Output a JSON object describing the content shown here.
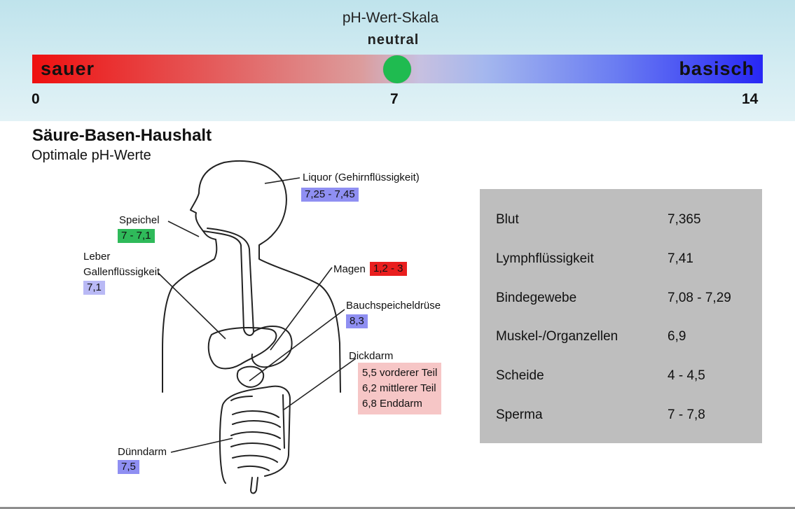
{
  "scale": {
    "title": "pH-Wert-Skala",
    "neutral_label": "neutral",
    "left_label": "sauer",
    "right_label": "basisch",
    "ticks": [
      "0",
      "7",
      "14"
    ],
    "neutral_value": 7,
    "range": [
      0,
      14
    ],
    "colors": {
      "acid": "#ee1010",
      "neutral": "#1fbb50",
      "base": "#2727f5"
    }
  },
  "heading": {
    "title": "Säure-Basen-Haushalt",
    "subtitle": "Optimale pH-Werte"
  },
  "organs": {
    "liquor": {
      "label": "Liquor (Gehirnflüssigkeit)",
      "value": "7,25 - 7,45"
    },
    "speichel": {
      "label": "Speichel",
      "value": "7 - 7,1"
    },
    "leber": {
      "label_line1": "Leber",
      "label_line2": "Gallenflüssigkeit",
      "value": "7,1"
    },
    "magen": {
      "label": "Magen",
      "value": "1,2 - 3"
    },
    "pankreas": {
      "label": "Bauchspeicheldrüse",
      "value": "8,3"
    },
    "dickdarm": {
      "label": "Dickdarm",
      "value_lines": [
        "5,5 vorderer Teil",
        "6,2 mittlerer Teil",
        "6,8 Enddarm"
      ]
    },
    "duenndarm": {
      "label": "Dünndarm",
      "value": "7,5"
    }
  },
  "table": [
    {
      "name": "Blut",
      "value": "7,365"
    },
    {
      "name": "Lymphflüssigkeit",
      "value": "7,41"
    },
    {
      "name": "Bindegewebe",
      "value": "7,08 - 7,29"
    },
    {
      "name": "Muskel-/Organzellen",
      "value": "6,9"
    },
    {
      "name": "Scheide",
      "value": "4 - 4,5"
    },
    {
      "name": "Sperma",
      "value": "7 - 7,8"
    }
  ]
}
